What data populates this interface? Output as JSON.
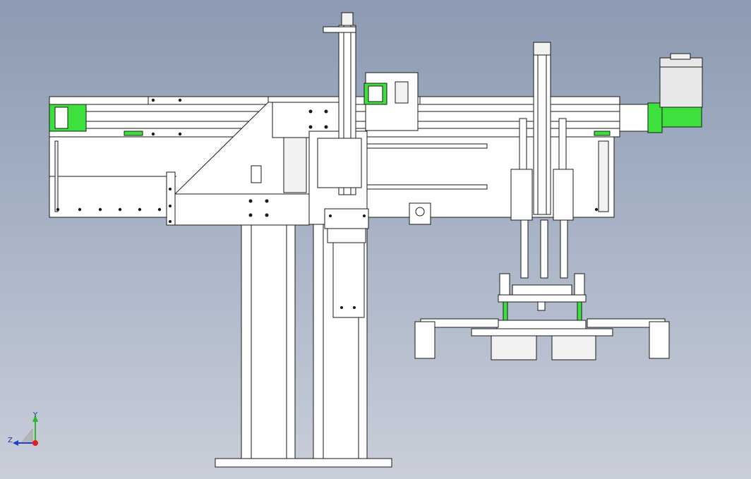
{
  "view": {
    "kind": "cad-3d-viewport",
    "background_top": "#8c9bb2",
    "background_bottom": "#c9ced9",
    "part_fill": "#ffffff",
    "part_stroke": "#1a1a1a",
    "accent_color": "#3ee03e",
    "motor_color": "#e8e8e8"
  },
  "triad": {
    "y_label": "Y",
    "z_label": "Z",
    "x_axis_color": "#e02020",
    "y_axis_color": "#2fb52f",
    "z_axis_color": "#2040d0"
  },
  "icons": {
    "triad": "axis-triad-icon"
  }
}
